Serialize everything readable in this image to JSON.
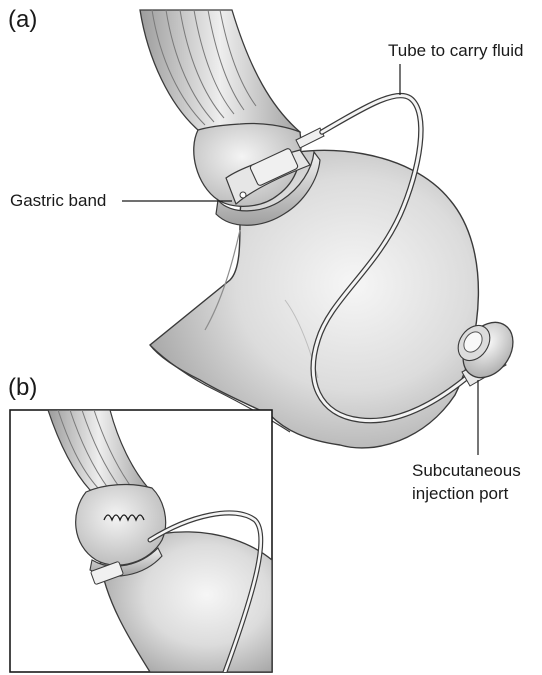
{
  "panels": {
    "a": "(a)",
    "b": "(b)"
  },
  "labels": {
    "tube": "Tube to carry fluid",
    "band": "Gastric band",
    "port_line1": "Subcutaneous",
    "port_line2": "injection port"
  },
  "colors": {
    "tissue_light": "#ececec",
    "tissue_mid": "#d0d0d0",
    "tissue_dark": "#9a9a9a",
    "outline": "#3a3a3a"
  }
}
